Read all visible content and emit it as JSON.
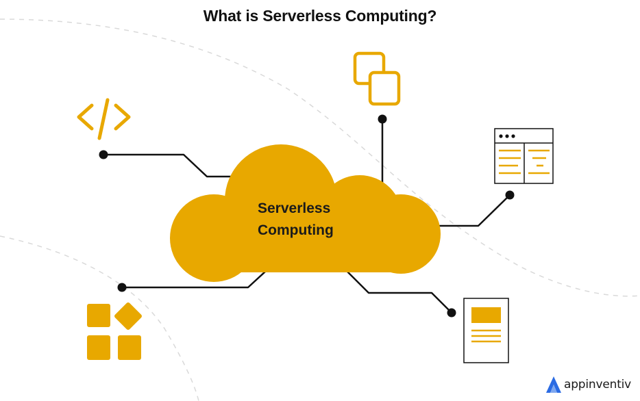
{
  "title": "What is Serverless Computing?",
  "center": {
    "line1": "Serverless",
    "line2": "Computing"
  },
  "brand": {
    "name": "appinventiv"
  },
  "icons": [
    "code-icon",
    "copy-windows-icon",
    "dashboard-window-icon",
    "document-icon",
    "apps-grid-icon"
  ],
  "colors": {
    "accent": "#E8A800",
    "line": "#111111",
    "brand_blue": "#2B6BE3",
    "dashed": "#d9d9d9"
  }
}
